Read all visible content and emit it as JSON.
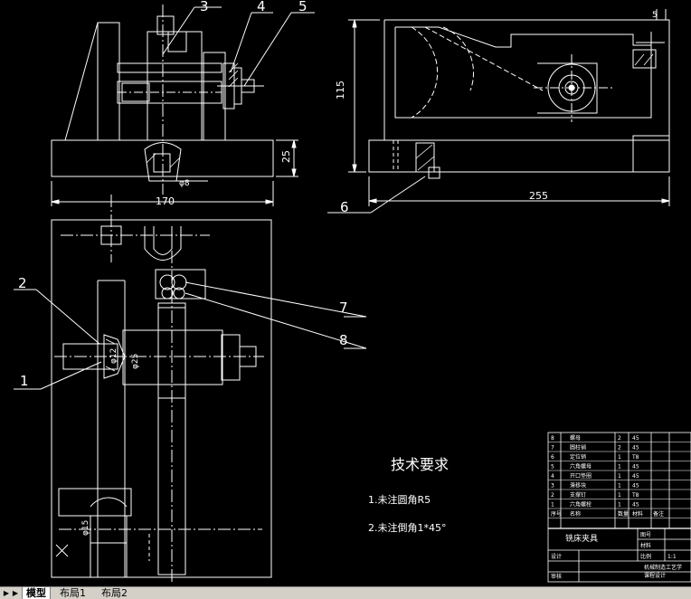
{
  "drawing": {
    "dimensions": {
      "d170": "170",
      "d25": "25",
      "d115": "115",
      "d255": "255",
      "d5": "5",
      "phi8": "φ8",
      "phi15": "φ15",
      "phi25": "φ25",
      "phi12": "φ12"
    },
    "callouts": [
      "1",
      "2",
      "3",
      "4",
      "5",
      "6",
      "7",
      "8"
    ],
    "tech_req": {
      "title": "技术要求",
      "line1": "1.未注圆角R5",
      "line2": "2.未注倒角1*45°"
    },
    "title_block": {
      "fixture_name": "铣床夹具",
      "drawing_no": "图号",
      "material": "材料",
      "scale": "比例",
      "scale_value": "1:1",
      "design": "设计",
      "check": "审核",
      "school": "机械制造工艺学",
      "subject": "课程设计"
    },
    "parts_table": {
      "headers": [
        "序号",
        "名称",
        "数量",
        "材料",
        "备注"
      ],
      "rows": [
        [
          "8",
          "螺母",
          "2",
          "45",
          ""
        ],
        [
          "7",
          "圆柱销",
          "2",
          "45",
          ""
        ],
        [
          "6",
          "定位销",
          "1",
          "T8",
          ""
        ],
        [
          "5",
          "六角螺母",
          "1",
          "45",
          ""
        ],
        [
          "4",
          "开口垫圈",
          "1",
          "45",
          ""
        ],
        [
          "3",
          "滑移块",
          "1",
          "45",
          ""
        ],
        [
          "2",
          "支撑钉",
          "1",
          "T8",
          ""
        ],
        [
          "1",
          "六角螺栓",
          "1",
          "45",
          ""
        ]
      ]
    }
  },
  "tabs": {
    "model": "模型",
    "layout1": "布局1",
    "layout2": "布局2"
  },
  "colors": {
    "background": "#000000",
    "lines": "#ffffff",
    "text": "#ffffff"
  }
}
